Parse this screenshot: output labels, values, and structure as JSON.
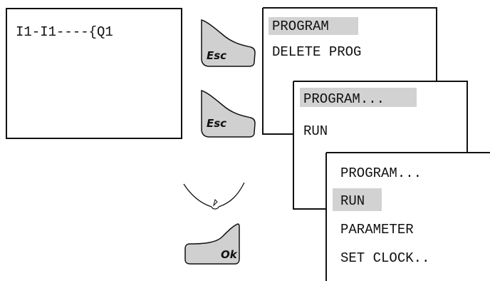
{
  "ladder_display": {
    "rung_text": "I1-I1----{Q1"
  },
  "keys": {
    "esc_1": "Esc",
    "esc_2": "Esc",
    "ok": "Ok",
    "cursor_pad": "cursor-keys"
  },
  "menu_1": {
    "items": [
      "PROGRAM",
      "DELETE PROG"
    ],
    "selected_index": 0
  },
  "menu_2": {
    "items": [
      "PROGRAM...",
      "RUN"
    ],
    "selected_index": 0
  },
  "menu_3": {
    "items": [
      "PROGRAM...",
      "RUN",
      "PARAMETER",
      "SET CLOCK.."
    ],
    "selected_index": 1
  },
  "colors": {
    "highlight": "#d2d2d2",
    "key_fill": "#d0d0d0",
    "line": "#111111"
  }
}
